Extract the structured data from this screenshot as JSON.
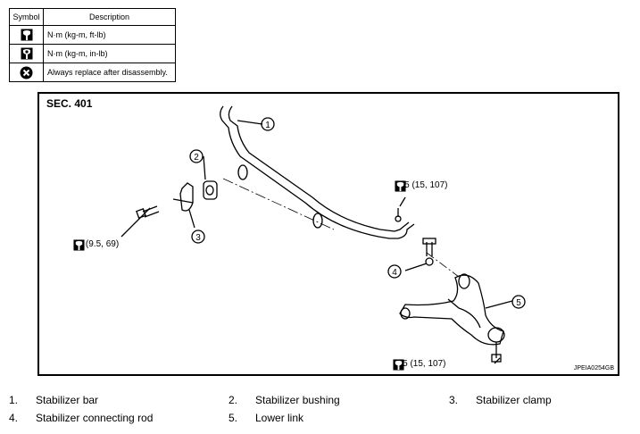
{
  "legend": {
    "header_symbol": "Symbol",
    "header_description": "Description",
    "rows": [
      {
        "icon": "torque-wrench-icon",
        "description": "N·m (kg-m, ft-lb)"
      },
      {
        "icon": "torque-wrench-filled-icon",
        "description": "N·m (kg-m, in-lb)"
      },
      {
        "icon": "replace-x-icon",
        "description": "Always replace after disassembly."
      }
    ]
  },
  "diagram": {
    "section": "SEC. 401",
    "figure_id": "JPEIA0254GB",
    "callouts": [
      "1",
      "2",
      "3",
      "4",
      "5"
    ],
    "torques": {
      "upper_right": "145 (15, 107)",
      "left": "93 (9.5, 69)",
      "bottom": "145 (15, 107)"
    }
  },
  "parts": [
    {
      "number": "1.",
      "name": "Stabilizer bar"
    },
    {
      "number": "2.",
      "name": "Stabilizer bushing"
    },
    {
      "number": "3.",
      "name": "Stabilizer clamp"
    },
    {
      "number": "4.",
      "name": "Stabilizer connecting rod"
    },
    {
      "number": "5.",
      "name": "Lower link"
    }
  ]
}
